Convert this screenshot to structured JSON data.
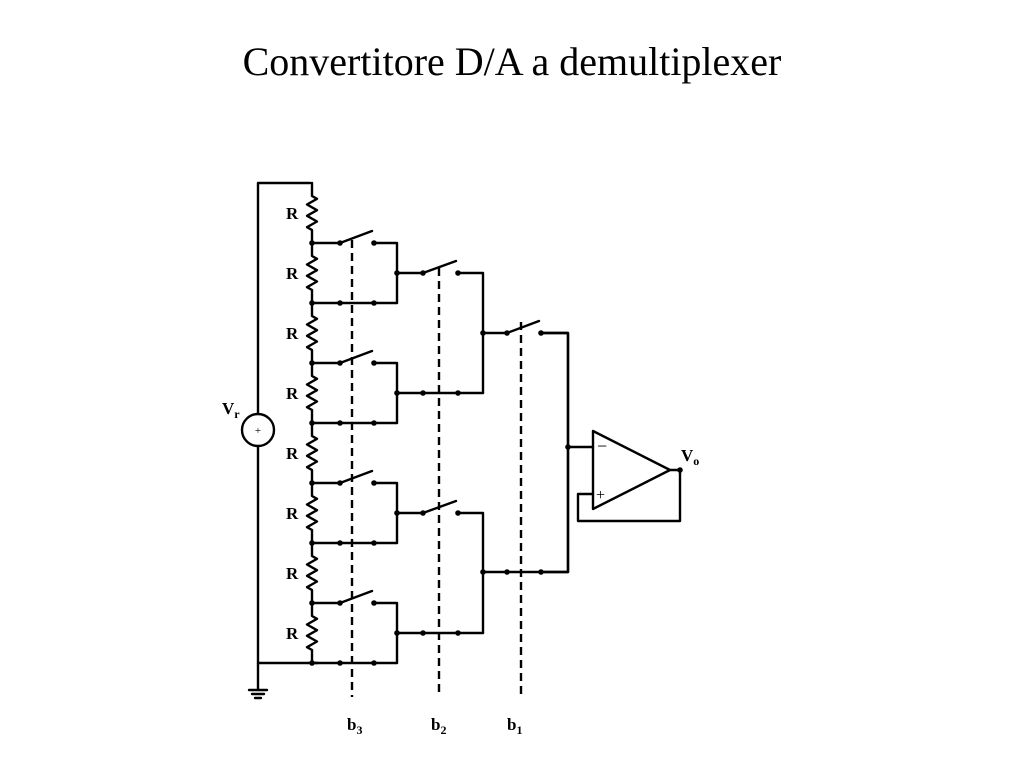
{
  "title": "Convertitore D/A a demultiplexer",
  "resistor_label": "R",
  "source": {
    "label": "V",
    "subscript": "r",
    "polarity": "+"
  },
  "output": {
    "label": "V",
    "subscript": "o"
  },
  "opamp": {
    "inverting": "−",
    "non_inverting": "+"
  },
  "bits": [
    {
      "label": "b",
      "subscript": "3"
    },
    {
      "label": "b",
      "subscript": "2"
    },
    {
      "label": "b",
      "subscript": "1"
    }
  ]
}
